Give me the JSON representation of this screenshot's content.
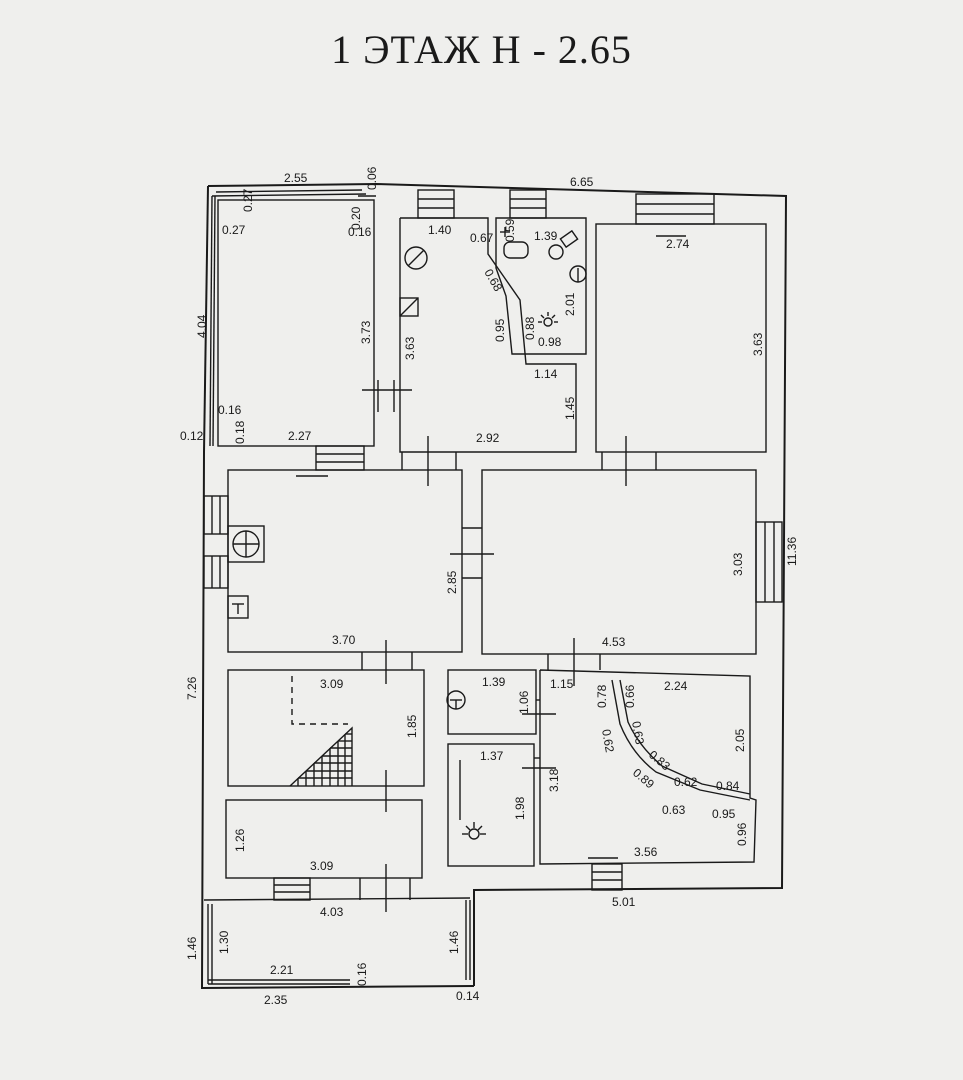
{
  "title": "1 ЭТАЖ Н - 2.65",
  "dims": {
    "d_2_55": "2.55",
    "d_0_06": "0.06",
    "d_6_65": "6.65",
    "d_0_27a": "0.27",
    "d_0_27b": "0.27",
    "d_0_20": "0.20",
    "d_0_16a": "0.16",
    "d_4_04": "4.04",
    "d_3_73": "3.73",
    "d_0_16b": "0.16",
    "d_0_18": "0.18",
    "d_0_12": "0.12",
    "d_2_27": "2.27",
    "d_1_40": "1.40",
    "d_0_67": "0.67",
    "d_0_59": "0.59",
    "d_1_39a": "1.39",
    "d_0_68": "0.68",
    "d_3_63a": "3.63",
    "d_0_95a": "0.95",
    "d_0_88": "0.88",
    "d_2_01": "2.01",
    "d_0_98": "0.98",
    "d_1_14": "1.14",
    "d_1_45": "1.45",
    "d_2_92": "2.92",
    "d_2_74": "2.74",
    "d_3_63b": "3.63",
    "d_2_85": "2.85",
    "d_3_70": "3.70",
    "d_3_03": "3.03",
    "d_11_36": "11.36",
    "d_4_53": "4.53",
    "d_3_09a": "3.09",
    "d_1_85": "1.85",
    "d_7_26": "7.26",
    "d_1_39b": "1.39",
    "d_1_06": "1.06",
    "d_1_15": "1.15",
    "d_0_78": "0.78",
    "d_0_66": "0.66",
    "d_2_24": "2.24",
    "d_0_63a": "0.63",
    "d_0_62a": "0.62",
    "d_2_05": "2.05",
    "d_1_37": "1.37",
    "d_3_18": "3.18",
    "d_1_98": "1.98",
    "d_0_83": "0.83",
    "d_0_62b": "0.62",
    "d_0_84": "0.84",
    "d_0_89": "0.89",
    "d_0_63b": "0.63",
    "d_0_95b": "0.95",
    "d_0_96": "0.96",
    "d_1_26": "1.26",
    "d_3_09b": "3.09",
    "d_3_56": "3.56",
    "d_4_03": "4.03",
    "d_5_01": "5.01",
    "d_1_46a": "1.46",
    "d_1_30": "1.30",
    "d_1_46b": "1.46",
    "d_2_21": "2.21",
    "d_0_16c": "0.16",
    "d_2_35": "2.35",
    "d_0_14": "0.14"
  }
}
